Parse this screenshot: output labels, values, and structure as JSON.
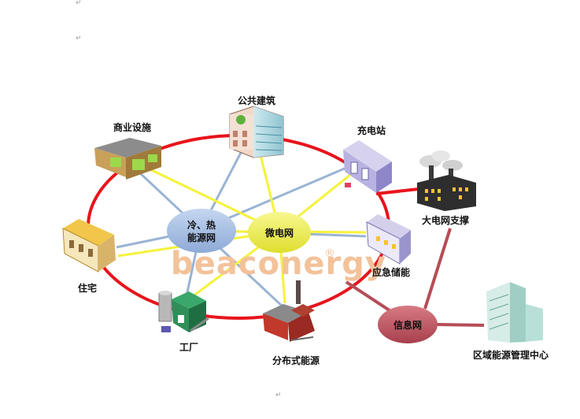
{
  "paragraph_marks": [
    "↵",
    "↵",
    "↵"
  ],
  "watermark": {
    "text": "beaconergy",
    "registered": "®"
  },
  "hubs": {
    "cooling_heating": {
      "line1": "冷、热",
      "line2": "能源网"
    },
    "microgrid": {
      "label": "微电网"
    },
    "info_network": {
      "label": "信息网"
    }
  },
  "nodes": {
    "public_building": {
      "label": "公共建筑"
    },
    "commercial": {
      "label": "商业设施"
    },
    "charging_station": {
      "label": "充电站"
    },
    "grid_support": {
      "label": "大电网支撑"
    },
    "residential": {
      "label": "住宅"
    },
    "emergency_storage": {
      "label": "应急储能"
    },
    "factory": {
      "label": "工厂"
    },
    "distributed_energy": {
      "label": "分布式能源"
    },
    "control_center": {
      "label": "区域能源管理中心"
    }
  },
  "colors": {
    "ring": "#e8141c",
    "blue_links": "#9ab4d4",
    "yellow_links": "#f6f23a",
    "dark_red_links": "#b54d57",
    "hub_blue": "#a7bfe3",
    "hub_yellow": "#eeee58",
    "hub_red": "#c25763",
    "watermark": "#f3c29a"
  }
}
